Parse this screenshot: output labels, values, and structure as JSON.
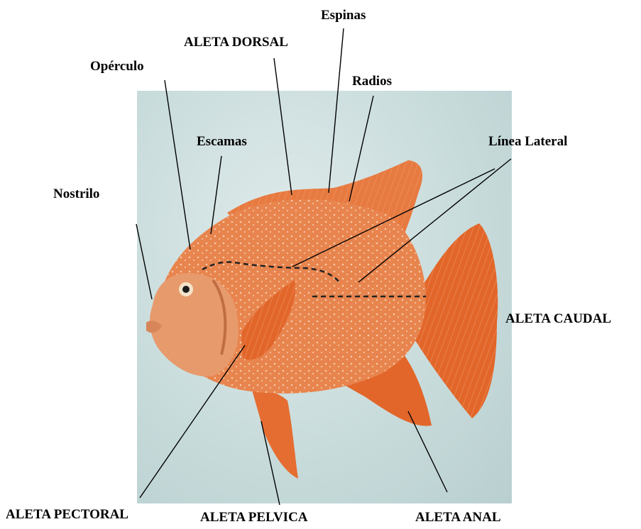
{
  "labels": {
    "espinas": "Espinas",
    "aleta_dorsal": "ALETA DORSAL",
    "radios": "Radios",
    "operculo": "Opérculo",
    "escamas": "Escamas",
    "linea_lateral": "Línea Lateral",
    "nostrilo": "Nostrilo",
    "aleta_caudal": "ALETA CAUDAL",
    "aleta_pectoral": "ALETA PECTORAL",
    "aleta_pelvica": "ALETA PELVICA",
    "aleta_anal": "ALETA ANAL"
  },
  "colors": {
    "fish_body": "#e8844e",
    "fish_fin": "#e2662a",
    "fish_head": "#e79a6c",
    "background_photo": "#cfe0e0",
    "leader_line": "#000000"
  }
}
